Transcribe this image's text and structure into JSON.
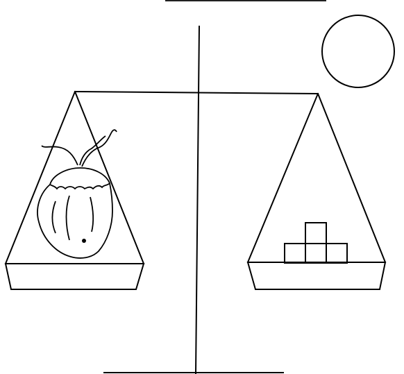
{
  "diagram": {
    "description_items": [
      "balance-scale",
      "coconut",
      "unit-cubes",
      "blank-circle"
    ],
    "cube_count": 4,
    "colors": {
      "ink": "#000000",
      "background": "#ffffff"
    }
  }
}
